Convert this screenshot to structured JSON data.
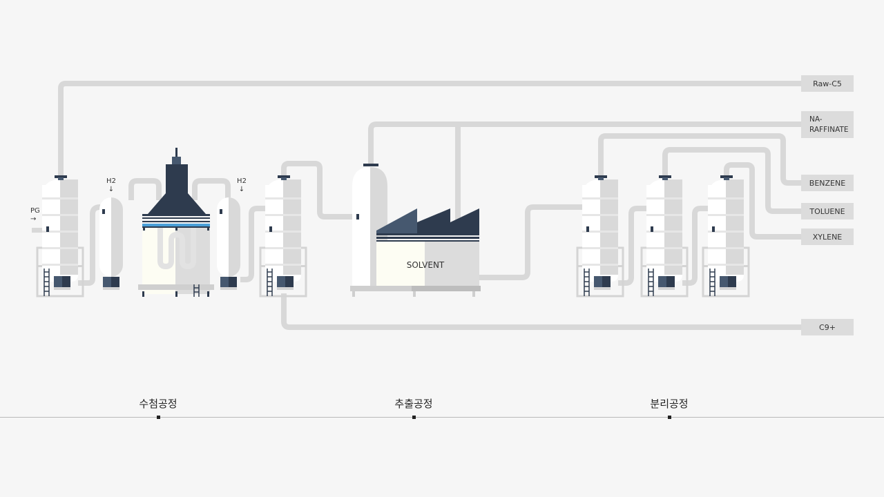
{
  "outputs": {
    "raw_c5": "Raw-C5",
    "na_raffinate": "NA-\nRAFFINATE",
    "benzene": "BENZENE",
    "toluene": "TOLUENE",
    "xylene": "XYLENE",
    "c9": "C9+"
  },
  "inputs": {
    "pg": "PG",
    "h2_first": "H2",
    "h2_second": "H2"
  },
  "arrows": {
    "right": "→",
    "down": "↓"
  },
  "solvent_label": "SOLVENT",
  "stages": [
    {
      "label": "수첨공정"
    },
    {
      "label": "추출공정"
    },
    {
      "label": "분리공정"
    }
  ],
  "colors": {
    "background": "#f6f6f6",
    "pipe": "#d8d8d8",
    "tank_light": "#ffffff",
    "tank_shade": "#d9d9d9",
    "dark_navy": "#2e3b4e",
    "slate_blue": "#46586f",
    "accent_blue": "#4a9fd8"
  }
}
